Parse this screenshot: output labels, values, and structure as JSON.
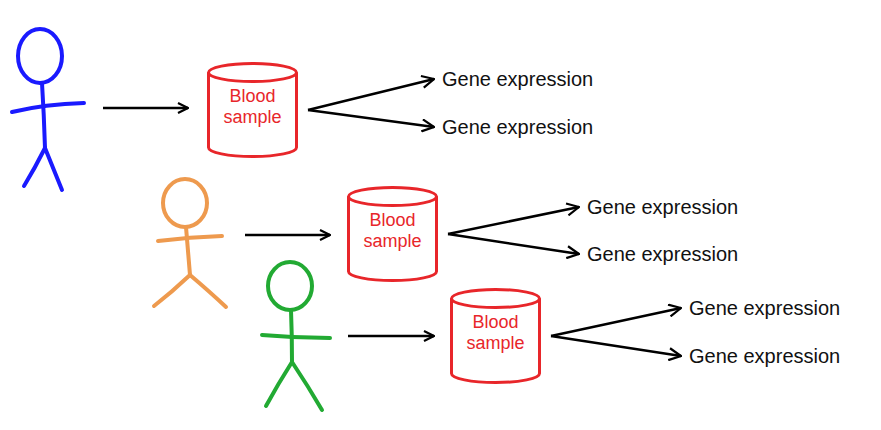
{
  "diagram": {
    "nodes": [
      {
        "text": [
          "Blood sample"
        ]
      },
      {
        "text": [
          "Gene expression"
        ]
      },
      {
        "text": [
          "Gene expression"
        ]
      },
      {
        "text": [
          "Blood sample"
        ]
      },
      {
        "text": [
          "Gene expression"
        ]
      },
      {
        "text": [
          "Gene expression"
        ]
      },
      {
        "text": [
          "Blood sample"
        ]
      },
      {
        "text": [
          "Gene expression"
        ]
      },
      {
        "text": [
          "Gene expression"
        ]
      }
    ],
    "edges": [
      {
        "from": 0,
        "to": 1,
        "arrow": "to"
      },
      {
        "from": 0,
        "to": 2,
        "arrow": "to"
      },
      {
        "from": 3,
        "to": 4,
        "arrow": "to"
      },
      {
        "from": 3,
        "to": 5,
        "arrow": "to"
      },
      {
        "from": 6,
        "to": 7,
        "arrow": "to"
      },
      {
        "from": 6,
        "to": 8,
        "arrow": "to"
      }
    ]
  }
}
